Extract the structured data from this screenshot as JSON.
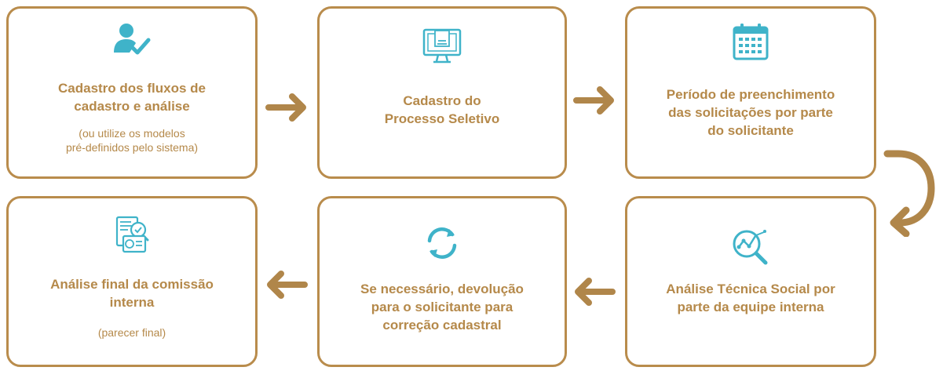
{
  "colors": {
    "border": "#b98c4c",
    "text": "#b5894a",
    "icon": "#3fb3c9",
    "arrow": "#b0864a"
  },
  "steps": [
    {
      "icon": "user-check-icon",
      "title": "Cadastro dos fluxos de\ncadastro e análise",
      "note": "(ou utilize os modelos\npré-definidos pelo sistema)"
    },
    {
      "icon": "monitor-icon",
      "title": "Cadastro do\nProcesso Seletivo"
    },
    {
      "icon": "calendar-icon",
      "title": "Período de preenchimento\ndas solicitações por parte\ndo solicitante"
    },
    {
      "icon": "document-review-icon",
      "title": "Análise final da comissão\ninterna",
      "note": "(parecer final)"
    },
    {
      "icon": "refresh-icon",
      "title": "Se necessário, devolução\npara o solicitante para\ncorreção cadastral"
    },
    {
      "icon": "analysis-magnifier-icon",
      "title": "Análise Técnica Social por\nparte da equipe interna"
    }
  ]
}
